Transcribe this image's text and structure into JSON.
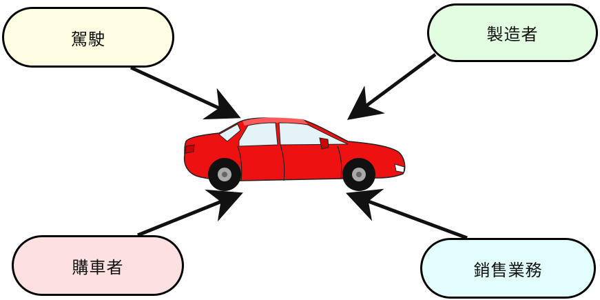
{
  "nodes": [
    {
      "id": "driver",
      "label": "駕駛",
      "color": "#fefde1"
    },
    {
      "id": "maker",
      "label": "製造者",
      "color": "#e2fde2"
    },
    {
      "id": "buyer",
      "label": "購車者",
      "color": "#fde1e1"
    },
    {
      "id": "sales",
      "label": "銷售業務",
      "color": "#e1fefd"
    }
  ],
  "center": {
    "icon": "car-icon",
    "color": "#ee1111"
  },
  "arrow_color": "#111111"
}
